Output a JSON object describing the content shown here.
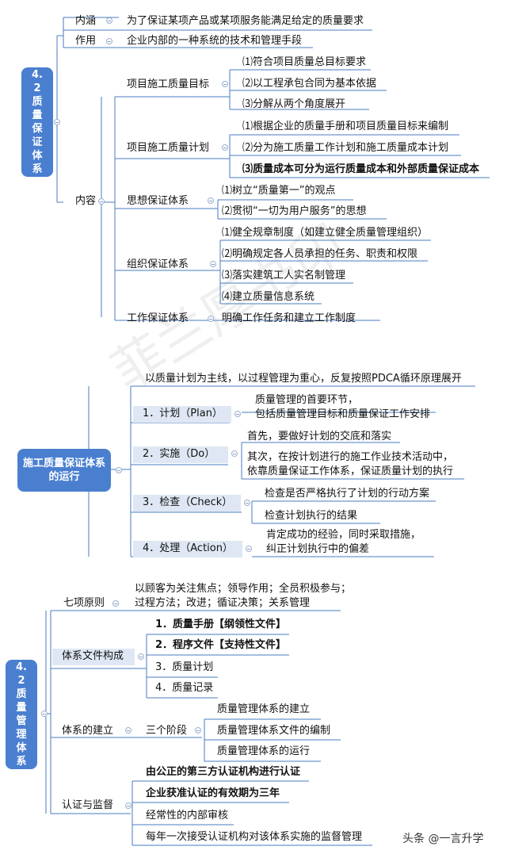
{
  "quality_assurance": {
    "root": "4.2质量保证体系",
    "neihan": {
      "label": "内涵",
      "text": "为了保证某项产品或某项服务能满足给定的质量要求"
    },
    "zuoyong": {
      "label": "作用",
      "text": "企业内部的一种系统的技术和管理手段"
    },
    "neirong": "内容",
    "target": {
      "label": "项目施工质量目标",
      "items": [
        "⑴符合项目质量总目标要求",
        "⑵以工程承包合同为基本依据",
        "⑶分解从两个角度展开"
      ]
    },
    "plan": {
      "label": "项目施工质量计划",
      "items": [
        "⑴根据企业的质量手册和项目质量目标来编制",
        "⑵分为施工质量工作计划和施工质量成本计划",
        "⑶质量成本可分为运行质量成本和外部质量保证成本"
      ]
    },
    "thought": {
      "label": "思想保证体系",
      "items": [
        "⑴树立“质量第一”的观点",
        "⑵贯彻“一切为用户服务”的思想"
      ]
    },
    "org": {
      "label": "组织保证体系",
      "items": [
        "⑴健全规章制度（如建立健全质量管理组织）",
        "⑵明确规定各人员承担的任务、职责和权限",
        "⑶落实建筑工人实名制管理",
        "⑷建立质量信息系统"
      ]
    },
    "work": {
      "label": "工作保证体系",
      "text": "明确工作任务和建立工作制度"
    }
  },
  "operation": {
    "root": "施工质量保证体系的运行",
    "intro": "以质量计划为主线，以过程管理为重心，反复按照PDCA循环原理展开",
    "plan": {
      "label": "1．计划（Plan）",
      "lines": [
        "质量管理的首要环节，",
        "包括质量管理目标和质量保证工作安排"
      ]
    },
    "do": {
      "label": "2．实施（Do）",
      "item1": "首先，要做好计划的交底和落实",
      "item2": [
        "其次，在按计划进行的施工作业技术活动中，",
        "依靠质量保证工作体系，保证质量计划的执行"
      ]
    },
    "check": {
      "label": "3．检查（Check）",
      "items": [
        "检查是否严格执行了计划的行动方案",
        "检查计划执行的结果"
      ]
    },
    "action": {
      "label": "4．处理（Action）",
      "lines": [
        "肯定成功的经验，同时采取措施，",
        "纠正计划执行中的偏差"
      ]
    }
  },
  "management": {
    "root": "4.2质量管理体系",
    "principles": {
      "label": "七项原则",
      "lines": [
        "以顾客为关注焦点；领导作用；全员积极参与；",
        "过程方法；改进；循证决策；关系管理"
      ]
    },
    "docs": {
      "label": "体系文件构成",
      "items": [
        "1．质量手册【纲领性文件】",
        "2．程序文件【支持性文件】",
        "3．质量计划",
        "4．质量记录"
      ]
    },
    "build": {
      "label": "体系的建立",
      "stage": "三个阶段",
      "items": [
        "质量管理体系的建立",
        "质量管理体系文件的编制",
        "质量管理体系的运行"
      ]
    },
    "cert": {
      "label": "认证与监督",
      "items": [
        "由公正的第三方认证机构进行认证",
        "企业获准认证的有效期为三年",
        "经常性的内部审核",
        "每年一次接受认证机构对该体系实施的监督管理"
      ]
    }
  },
  "watermark": "菲兰厚书印",
  "footer": "头条 @一言升学"
}
